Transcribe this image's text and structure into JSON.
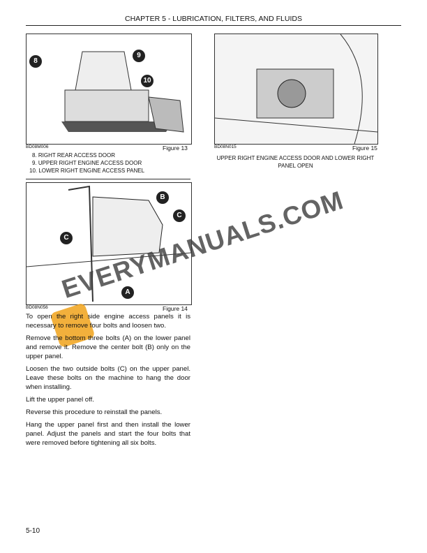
{
  "header": {
    "title": "CHAPTER 5 - LUBRICATION, FILTERS, AND FLUIDS"
  },
  "figure13": {
    "code": "BD08M006",
    "label": "Figure 13",
    "callouts": [
      "8",
      "9",
      "10"
    ],
    "legend": [
      "8.  RIGHT REAR ACCESS DOOR",
      "9.  UPPER RIGHT ENGINE ACCESS DOOR",
      "10.  LOWER RIGHT ENGINE ACCESS PANEL"
    ]
  },
  "figure14": {
    "code": "BD08N056",
    "label": "Figure 14",
    "callouts": [
      "B",
      "C",
      "C",
      "A"
    ]
  },
  "figure15": {
    "code": "BD08N015",
    "label": "Figure 15",
    "caption": "UPPER RIGHT ENGINE ACCESS DOOR AND LOWER RIGHT PANEL OPEN"
  },
  "body": [
    "To open the right side engine access panels it is necessary to remove four bolts and loosen two.",
    "Remove the bottom three bolts (A) on the lower panel and remove it. Remove the center bolt (B) only on the upper panel.",
    "Loosen the two outside bolts (C) on the upper panel. Leave these bolts on the machine to hang the door when installing.",
    "Lift the upper panel off.",
    "Reverse this procedure to reinstall the panels.",
    "Hang the upper panel first and then install the lower panel. Adjust the panels and start the four bolts that were removed before tightening all six bolts."
  ],
  "watermark": "EVERYMANUALS.COM",
  "footer": {
    "page_number": "5-10"
  }
}
